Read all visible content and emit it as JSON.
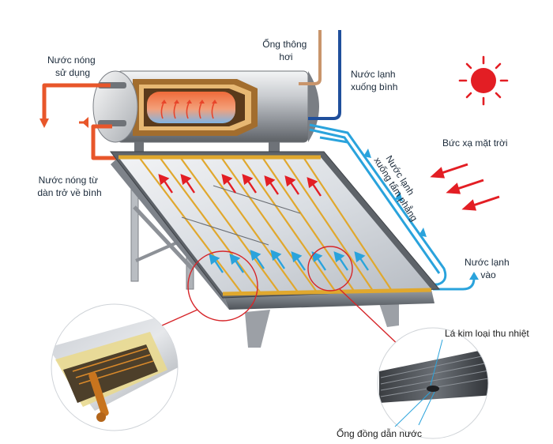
{
  "labels": {
    "hot_water_use": [
      "Nước nóng",
      "sử dụng"
    ],
    "vent_pipe": [
      "Ống thông",
      "hơi"
    ],
    "cold_water_down_tank": [
      "Nước lạnh",
      "xuống bình"
    ],
    "solar_radiation": "Bức xạ mặt trời",
    "cold_water_to_panel": [
      "Nước lạnh",
      "xuống tấm phẳng"
    ],
    "hot_water_return": [
      "Nước nóng từ",
      "dàn trở về bình"
    ],
    "cold_water_in": [
      "Nước lạnh",
      "vào"
    ],
    "absorber_fin": "Lá kim loại thu nhiệt",
    "copper_pipe": "Ống đồng dẫn nước"
  },
  "icons": [
    "sun-icon",
    "radiation-arrow-icon"
  ],
  "colors": {
    "hot": "#e8562a",
    "cold_pipe": "#1f4f9c",
    "cold_flow": "#2aa3dc",
    "vent": "#c9956b",
    "sun": "#e31e24",
    "copper": "#e0a82e",
    "callout": "#d6262a"
  }
}
